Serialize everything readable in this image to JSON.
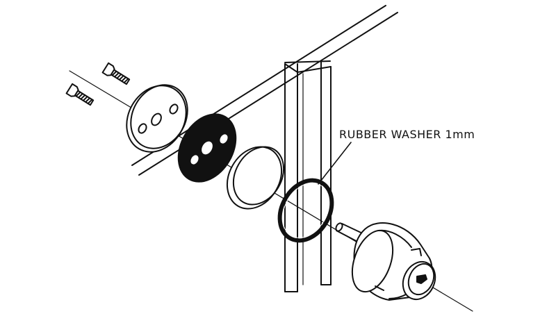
{
  "callouts": {
    "rubber_washer": "RUBBER WASHER 1mm"
  },
  "colors": {
    "ink": "#111111",
    "background": "#ffffff"
  },
  "parts": [
    "countersunk-screw-upper",
    "countersunk-screw-lower",
    "escutcheon-plate",
    "black-gasket-plate",
    "clear-spacer-ring",
    "rubber-washer",
    "lock-cylinder-body",
    "glass-door-panel"
  ]
}
